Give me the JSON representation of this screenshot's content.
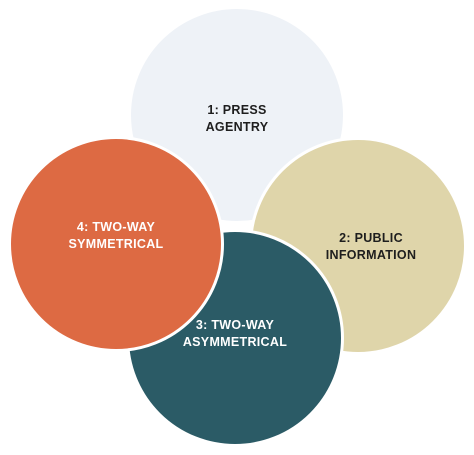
{
  "diagram": {
    "circles": [
      {
        "label_line1": "1: PRESS",
        "label_line2": "AGENTRY",
        "fill": "#eef2f7",
        "text_color": "#1e1e1e"
      },
      {
        "label_line1": "2: PUBLIC",
        "label_line2": "INFORMATION",
        "fill": "#dfd5aa",
        "text_color": "#1e1e1e"
      },
      {
        "label_line1": "3: TWO-WAY",
        "label_line2": "ASYMMETRICAL",
        "fill": "#2b5b66",
        "text_color": "#ffffff"
      },
      {
        "label_line1": "4: TWO-WAY",
        "label_line2": "SYMMETRICAL",
        "fill": "#dd6a43",
        "text_color": "#ffffff"
      }
    ]
  }
}
